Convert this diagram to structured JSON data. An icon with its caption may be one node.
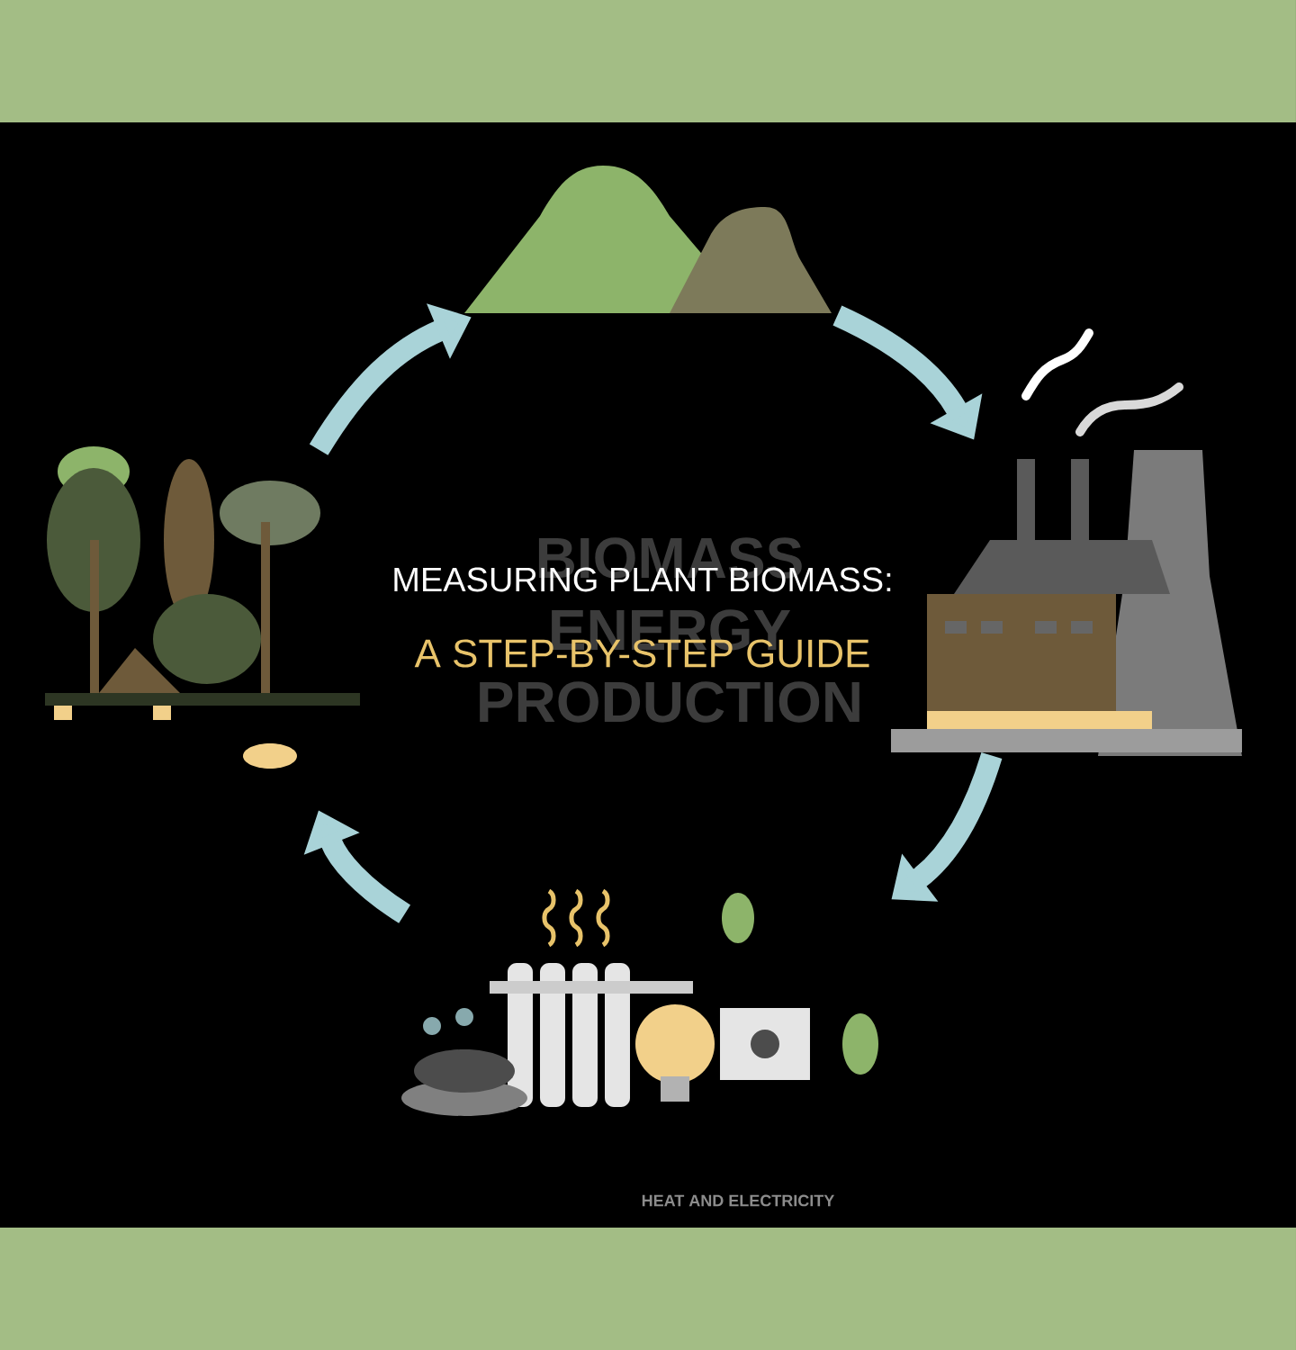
{
  "diagram": {
    "title": "MEASURING PLANT BIOMASS:",
    "caption": "A STEP-BY-STEP GUIDE",
    "nodes": [
      {
        "text": [],
        "shape": "picture"
      },
      {
        "text": [],
        "shape": "picture"
      },
      {
        "text": [],
        "shape": "picture"
      },
      {
        "text": [],
        "shape": "picture"
      }
    ],
    "edges": [
      {
        "from": 0,
        "to": 1,
        "arrow": "to"
      },
      {
        "from": 1,
        "to": 2,
        "arrow": "to"
      },
      {
        "from": 2,
        "to": 3,
        "arrow": "to"
      },
      {
        "from": 3,
        "to": 0,
        "arrow": "to"
      }
    ],
    "labels": [
      "BIOMASS ENERGY PRODUCTION",
      "HEAT AND ELECTRICITY"
    ]
  }
}
